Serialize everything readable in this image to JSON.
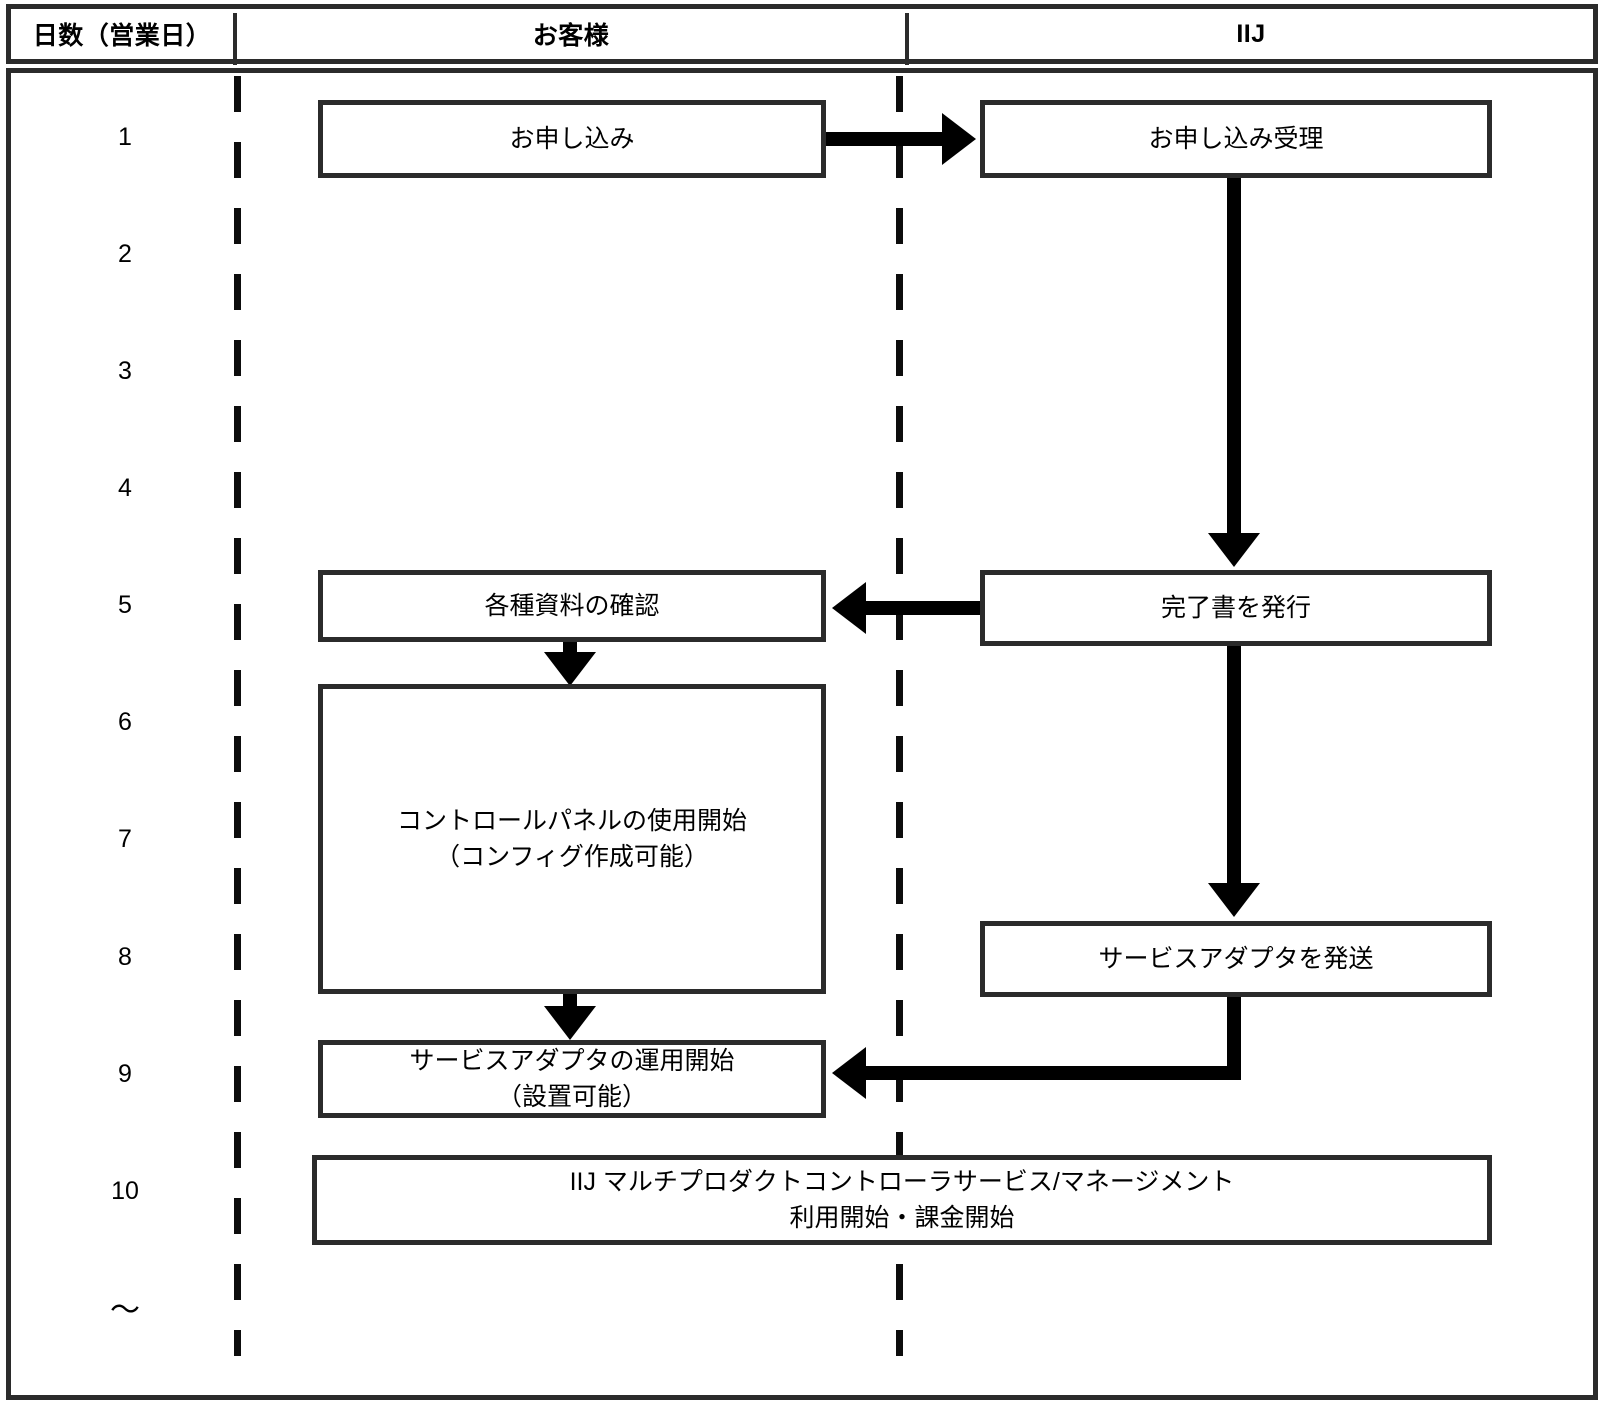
{
  "header": {
    "columns": [
      {
        "label": "日数（営業日）"
      },
      {
        "label": "お客様"
      },
      {
        "label": "IIJ"
      }
    ]
  },
  "days": [
    {
      "label": "1"
    },
    {
      "label": "2"
    },
    {
      "label": "3"
    },
    {
      "label": "4"
    },
    {
      "label": "5"
    },
    {
      "label": "6"
    },
    {
      "label": "7"
    },
    {
      "label": "8"
    },
    {
      "label": "9"
    },
    {
      "label": "10"
    },
    {
      "label": "〜"
    }
  ],
  "boxes": {
    "application": {
      "line1": "お申し込み"
    },
    "application_received": {
      "line1": "お申し込み受理"
    },
    "documents_check": {
      "line1": "各種資料の確認"
    },
    "issue_completion": {
      "line1": "完了書を発行"
    },
    "control_panel": {
      "line1": "コントロールパネルの使用開始",
      "line2": "（コンフィグ作成可能）"
    },
    "ship_adapter": {
      "line1": "サービスアダプタを発送"
    },
    "adapter_operation": {
      "line1": "サービスアダプタの運用開始",
      "line2": "（設置可能）"
    },
    "service_start": {
      "line1": "IIJ マルチプロダクトコントローラサービス/マネージメント",
      "line2": "利用開始・課金開始"
    }
  },
  "colors": {
    "border": "#2b2b2b",
    "connector": "#000000",
    "background": "#ffffff"
  }
}
